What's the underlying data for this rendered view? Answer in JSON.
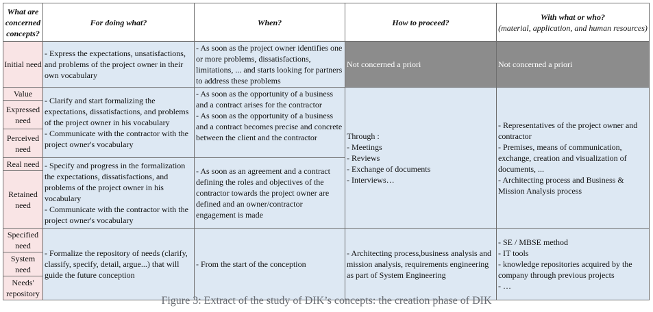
{
  "headers": {
    "concepts": "What are concerned concepts?",
    "what": "For doing what?",
    "when": "When?",
    "how": "How to proceed?",
    "who": "With what or who?",
    "who_sub": "(material, application, and human resources)"
  },
  "concepts": {
    "initial_need": "Initial need",
    "value": "Value",
    "expressed_need": "Expressed need",
    "perceived_need": "Perceived need",
    "real_need": "Real need",
    "retained_need": "Retained need",
    "specified_need": "Specified need",
    "system_need": "System need",
    "needs_repository": "Needs' repository"
  },
  "initial": {
    "what": "- Express the expectations, unsatisfactions, and problems of the project owner in their own vocabulary",
    "when": "- As soon as the project owner identifies one or more problems, dissatisfactions, limitations, ... and starts looking for partners to address these problems",
    "how": "Not concerned a priori",
    "who": "Not concerned a priori"
  },
  "group1": {
    "what_a": [
      "- Clarify and start formalizing the expectations, dissatisfactions, and problems of the project owner in his vocabulary",
      "- Communicate with the contractor with the project owner's vocabulary"
    ],
    "what_b": [
      "- Specify and progress in the formalization the expectations, dissatisfactions, and problems of the project owner in his vocabulary",
      "- Communicate with the contractor with the project owner's vocabulary"
    ],
    "when_a": [
      "- As soon as the opportunity of a business and a contract arises for the contractor",
      "- As soon as the opportunity of a business and a contract becomes precise and concrete between the client and the contractor"
    ],
    "when_b": "- As soon as an agreement and a contract defining the roles and objectives of the contractor towards the project owner are defined and an owner/contractor engagement is made",
    "how": [
      "Through :",
      "- Meetings",
      "- Reviews",
      "- Exchange of documents",
      "- Interviews…"
    ],
    "who": [
      "- Representatives of the project owner and contractor",
      "- Premises, means of communication, exchange, creation and visualization of documents, ...",
      "- Architecting process and Business & Mission Analysis process"
    ]
  },
  "group2": {
    "what": "- Formalize the repository of needs (clarify, classify, specify, detail, argue...) that will guide the future conception",
    "when": "- From the start of the conception",
    "how": "- Architecting process,business analysis and mission analysis, requirements engineering as part of System Engineering",
    "who": [
      "- SE / MBSE method",
      "- IT tools",
      "- knowledge repositories acquired by the company through previous projects",
      "- …"
    ]
  },
  "caption": "Figure 3: Extract of the study of DIK’s concepts: the creation phase of DIK"
}
